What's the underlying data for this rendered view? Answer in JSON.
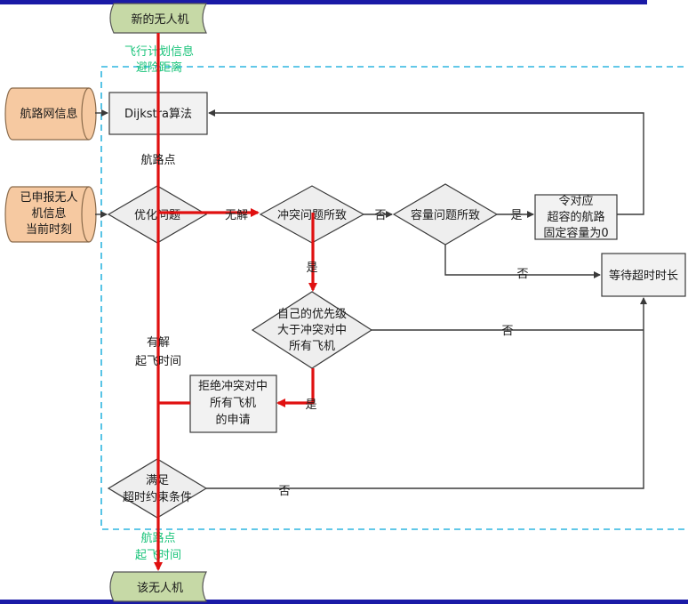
{
  "top_node": "新的无人机",
  "bottom_node": "该无人机",
  "input_top": [
    "飞行计划信息",
    "避险距离"
  ],
  "input_bottom": [
    "航路点",
    "起飞时间"
  ],
  "db_route_net": "航路网信息",
  "db_reported": [
    "已申报无人",
    "机信息",
    "当前时刻"
  ],
  "dijkstra": "Dijkstra算法",
  "waypoint_label": "航路点",
  "optimize": "优化问题",
  "no_solution": "无解",
  "conflict_cause": "冲突问题所致",
  "capacity_cause": "容量问题所致",
  "set_capacity": [
    "令对应",
    "超容的航路",
    "固定容量为0"
  ],
  "wait": "等待超时时长",
  "priority": [
    "自己的优先级",
    "大于冲突对中",
    "所有飞机"
  ],
  "reject": [
    "拒绝冲突对中",
    "所有飞机",
    "的申请"
  ],
  "has_solution": [
    "有解",
    "起飞时间"
  ],
  "timeout": [
    "满足",
    "超时约束条件"
  ],
  "yes": "是",
  "no": "否",
  "colors": {
    "bar": "#1a1aa6",
    "terminal": "#c6d9a6",
    "database": "#f6c9a1",
    "highlight": "#e01010",
    "dashed": "#2eb6e0",
    "green_text": "#19c37a"
  }
}
